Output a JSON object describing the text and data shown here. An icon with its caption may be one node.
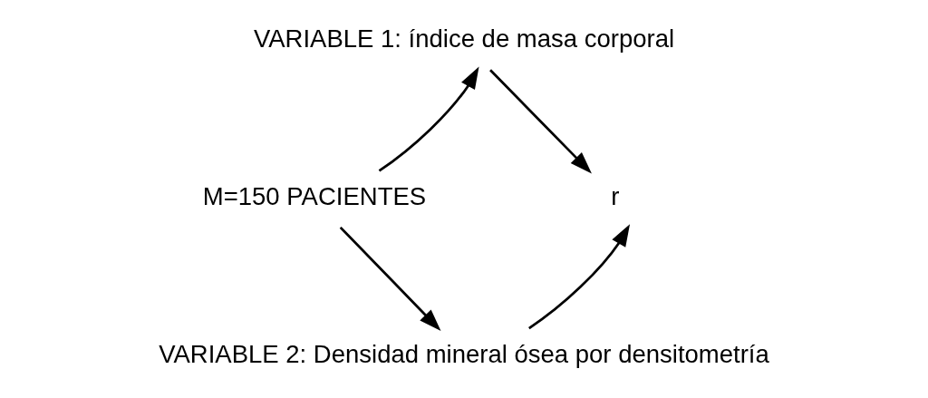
{
  "diagram": {
    "nodes": [
      {
        "text": [
          "M=150 PACIENTES"
        ]
      },
      {
        "text": [
          "VARIABLE 1: índice de masa corporal"
        ]
      },
      {
        "text": [
          "r"
        ]
      },
      {
        "text": [
          "VARIABLE 2: Densidad mineral ósea por densitometría"
        ]
      }
    ],
    "edges": [
      {
        "from": 0,
        "to": 1,
        "arrow": "to"
      },
      {
        "from": 1,
        "to": 2,
        "arrow": "to"
      },
      {
        "from": 0,
        "to": 3,
        "arrow": "to"
      },
      {
        "from": 3,
        "to": 2,
        "arrow": "to"
      }
    ]
  }
}
